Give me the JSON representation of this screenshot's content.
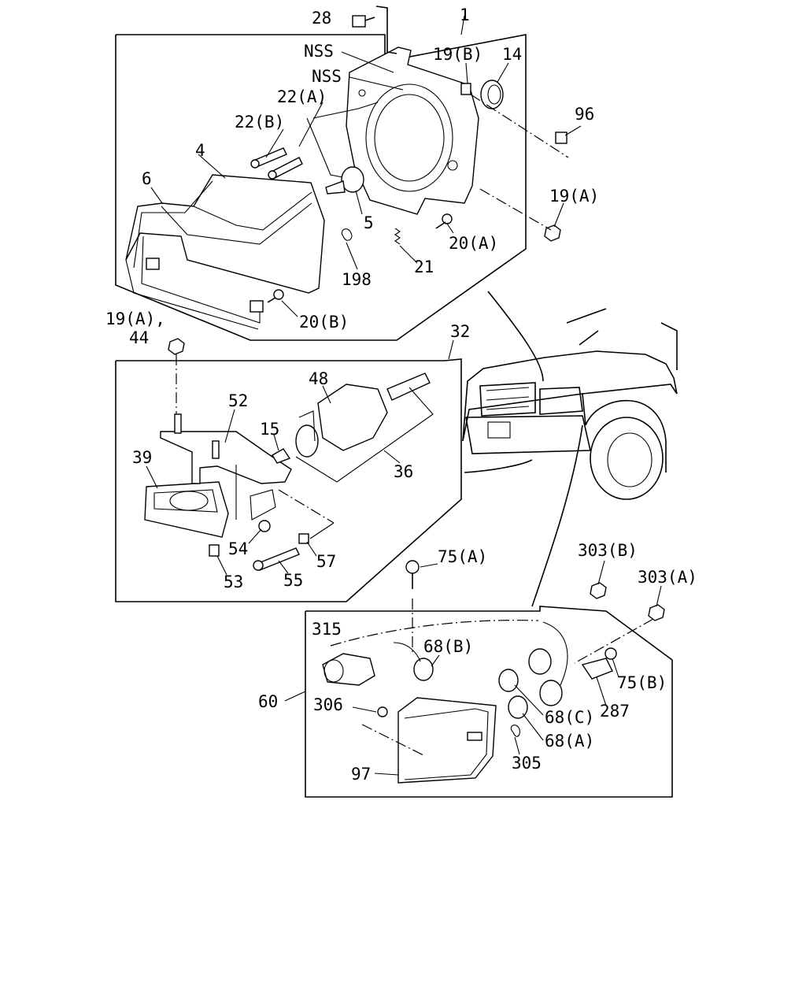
{
  "diagram": {
    "labels": {
      "l28": "28",
      "l1": "1",
      "nss1": "NSS",
      "nss2": "NSS",
      "l19b_top": "19(B)",
      "l14": "14",
      "l22a": "22(A)",
      "l22b": "22(B)",
      "l96": "96",
      "l4": "4",
      "l6": "6",
      "l19a_right": "19(A)",
      "l5": "5",
      "l20a": "20(A)",
      "l21": "21",
      "l198": "198",
      "l20b": "20(B)",
      "l19a_comma": "19(A),",
      "l44": "44",
      "l32": "32",
      "l48": "48",
      "l52": "52",
      "l15": "15",
      "l39": "39",
      "l36": "36",
      "l54": "54",
      "l57": "57",
      "l53": "53",
      "l55": "55",
      "l75a": "75(A)",
      "l303b": "303(B)",
      "l303a": "303(A)",
      "l315": "315",
      "l68b": "68(B)",
      "l75b": "75(B)",
      "l60": "60",
      "l306": "306",
      "l287": "287",
      "l68c": "68(C)",
      "l68a": "68(A)",
      "l305": "305",
      "l97": "97"
    }
  }
}
